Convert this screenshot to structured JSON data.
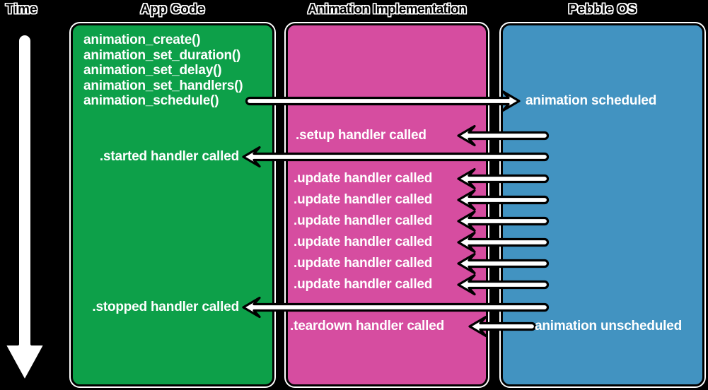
{
  "time_axis": {
    "label": "Time"
  },
  "app_code": {
    "title": "App Code",
    "calls": [
      "animation_create()",
      "animation_set_duration()",
      "animation_set_delay()",
      "animation_set_handlers()",
      "animation_schedule()"
    ],
    "started_event": ".started handler called",
    "stopped_event": ".stopped handler called"
  },
  "animation_impl": {
    "title": "Animation Implementation",
    "setup_event": ".setup handler called",
    "update_events": [
      ".update handler called",
      ".update handler called",
      ".update handler called",
      ".update handler called",
      ".update handler called",
      ".update handler called"
    ],
    "teardown_event": ".teardown handler called"
  },
  "pebble_os": {
    "title": "Pebble OS",
    "scheduled_event": "animation scheduled",
    "unscheduled_event": "animation unscheduled"
  },
  "colors": {
    "background": "#000000",
    "app_code_box": "#0DA049",
    "animation_impl_box": "#D64DA0",
    "pebble_os_box": "#4293C1",
    "arrow_fill": "#FFFFFF",
    "arrow_outline": "#000000",
    "box_text": "#FFFFFF"
  }
}
